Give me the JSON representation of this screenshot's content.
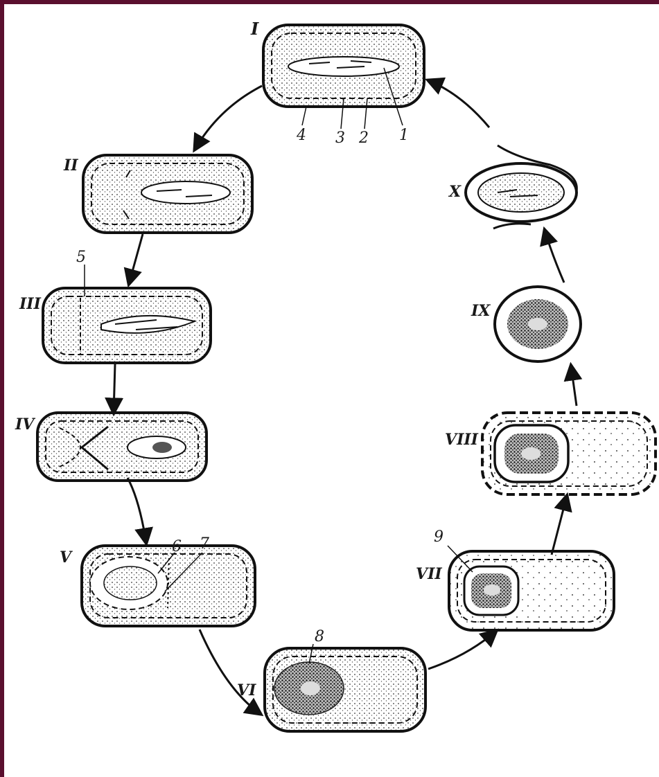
{
  "diagram": {
    "colors": {
      "border": "#5a0f2e",
      "background": "#ffffff",
      "ink": "#1a1a1a"
    },
    "stages": [
      {
        "id": "I",
        "label": "I"
      },
      {
        "id": "II",
        "label": "II"
      },
      {
        "id": "III",
        "label": "III"
      },
      {
        "id": "IV",
        "label": "IV"
      },
      {
        "id": "V",
        "label": "V"
      },
      {
        "id": "VI",
        "label": "VI"
      },
      {
        "id": "VII",
        "label": "VII"
      },
      {
        "id": "VIII",
        "label": "VIII"
      },
      {
        "id": "IX",
        "label": "IX"
      },
      {
        "id": "X",
        "label": "X"
      }
    ],
    "callouts": [
      "1",
      "2",
      "3",
      "4",
      "5",
      "6",
      "7",
      "8",
      "9"
    ],
    "cycle_order": [
      "I",
      "II",
      "III",
      "IV",
      "V",
      "VI",
      "VII",
      "VIII",
      "IX",
      "X",
      "I"
    ]
  }
}
